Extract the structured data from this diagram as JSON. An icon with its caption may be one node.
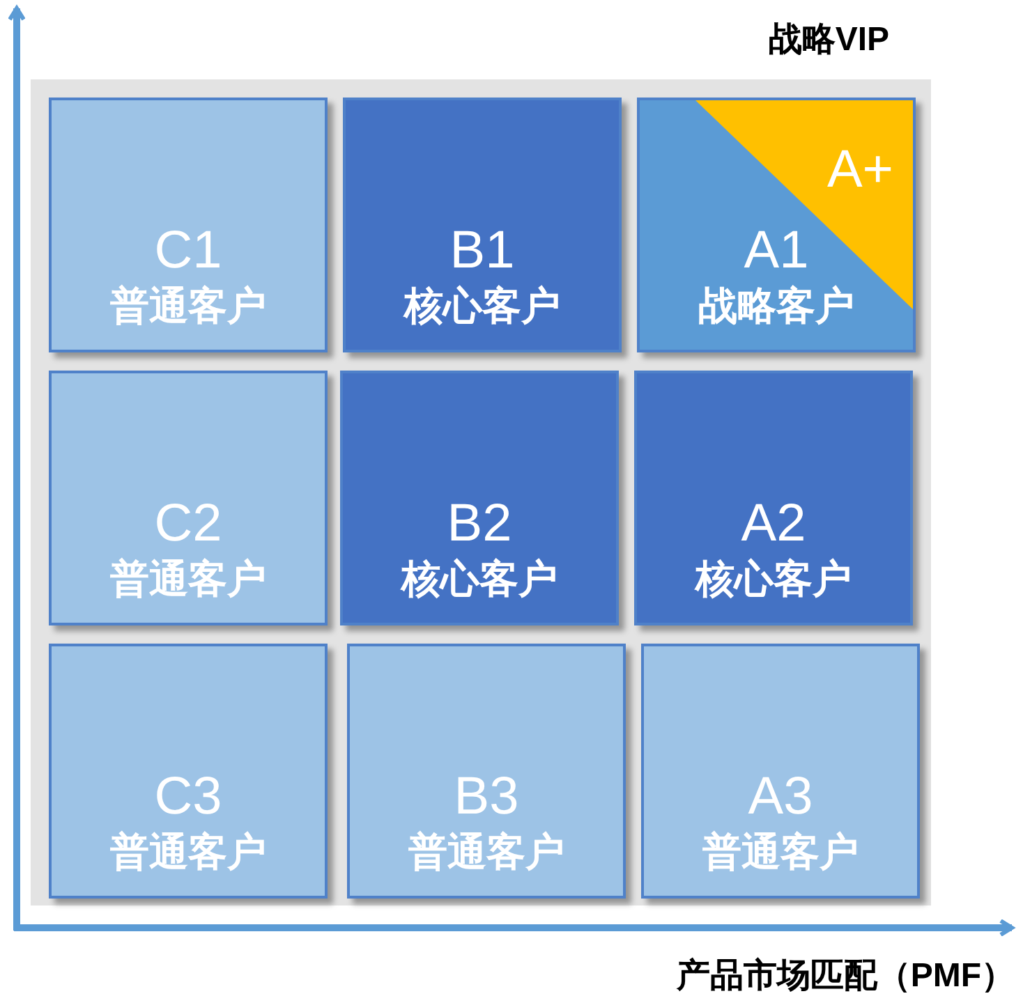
{
  "diagram": {
    "nodes": [
      {
        "text": [
          "C1",
          "普通客户"
        ]
      },
      {
        "text": [
          "B1",
          "核心客户"
        ]
      },
      {
        "text": [
          "A1",
          "战略客户"
        ]
      },
      {
        "text": [
          "A+"
        ],
        "in": 2
      },
      {
        "text": [
          "C2",
          "普通客户"
        ]
      },
      {
        "text": [
          "B2",
          "核心客户"
        ]
      },
      {
        "text": [
          "A2",
          "核心客户"
        ]
      },
      {
        "text": [
          "C3",
          "普通客户"
        ]
      },
      {
        "text": [
          "B3",
          "普通客户"
        ]
      },
      {
        "text": [
          "A3",
          "普通客户"
        ]
      }
    ],
    "labels": [
      "战略VIP",
      "产品市场匹配（PMF）"
    ]
  }
}
